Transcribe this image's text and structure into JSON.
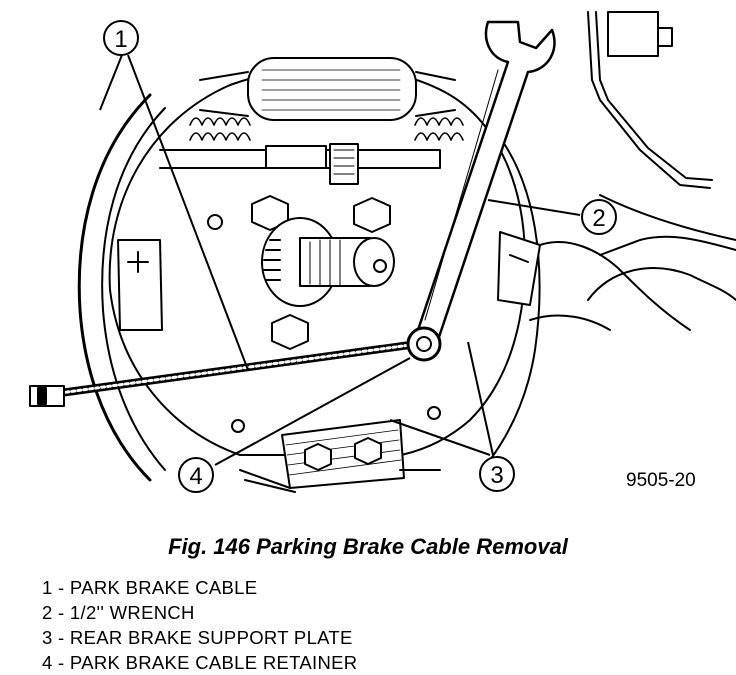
{
  "figure": {
    "code": "9505-20",
    "caption": "Fig. 146 Parking Brake Cable Removal"
  },
  "callouts": [
    {
      "number": "1"
    },
    {
      "number": "2"
    },
    {
      "number": "3"
    },
    {
      "number": "4"
    }
  ],
  "legend": [
    {
      "text": "1 - PARK BRAKE CABLE"
    },
    {
      "text": "2 - 1/2'' WRENCH"
    },
    {
      "text": "3 - REAR BRAKE SUPPORT PLATE"
    },
    {
      "text": "4 - PARK BRAKE CABLE RETAINER"
    }
  ]
}
